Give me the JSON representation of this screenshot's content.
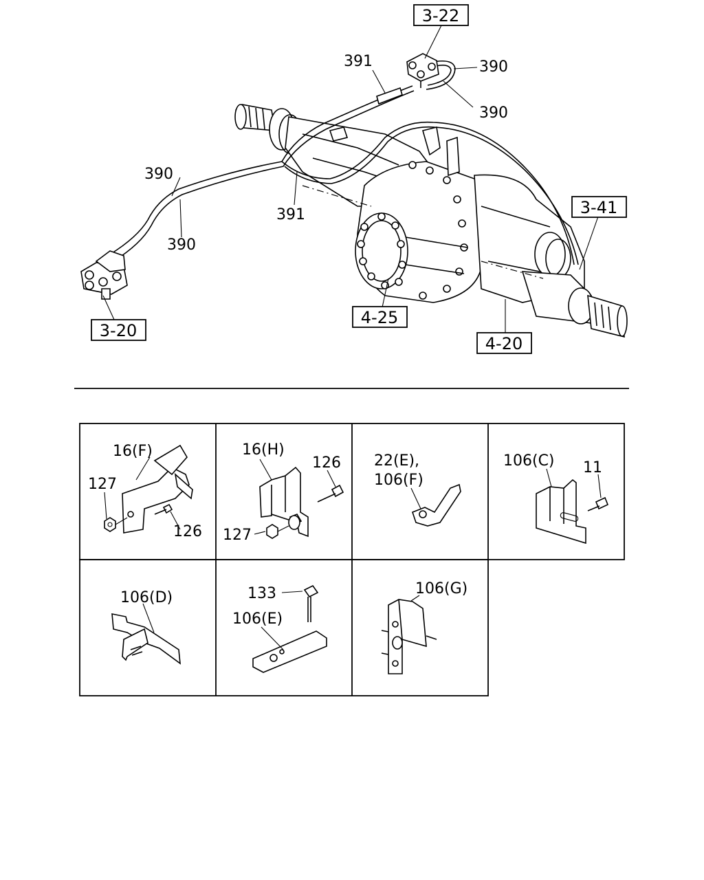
{
  "main_diagram": {
    "refs": {
      "r1": "3-22",
      "r2": "3-41",
      "r3": "3-20",
      "r4": "4-25",
      "r5": "4-20"
    },
    "labels": {
      "a": "391",
      "b": "390",
      "c": "390",
      "d": "390",
      "e": "390",
      "f": "391"
    }
  },
  "parts_grid": {
    "cell1": {
      "l1": "16(F)",
      "l2": "127",
      "l3": "126"
    },
    "cell2": {
      "l1": "16(H)",
      "l2": "126",
      "l3": "127"
    },
    "cell3": {
      "l1": "22(E),",
      "l2": "106(F)"
    },
    "cell4": {
      "l1": "106(C)",
      "l2": "11"
    },
    "cell5": {
      "l1": "106(D)"
    },
    "cell6": {
      "l1": "133",
      "l2": "106(E)"
    },
    "cell7": {
      "l1": "106(G)"
    }
  }
}
